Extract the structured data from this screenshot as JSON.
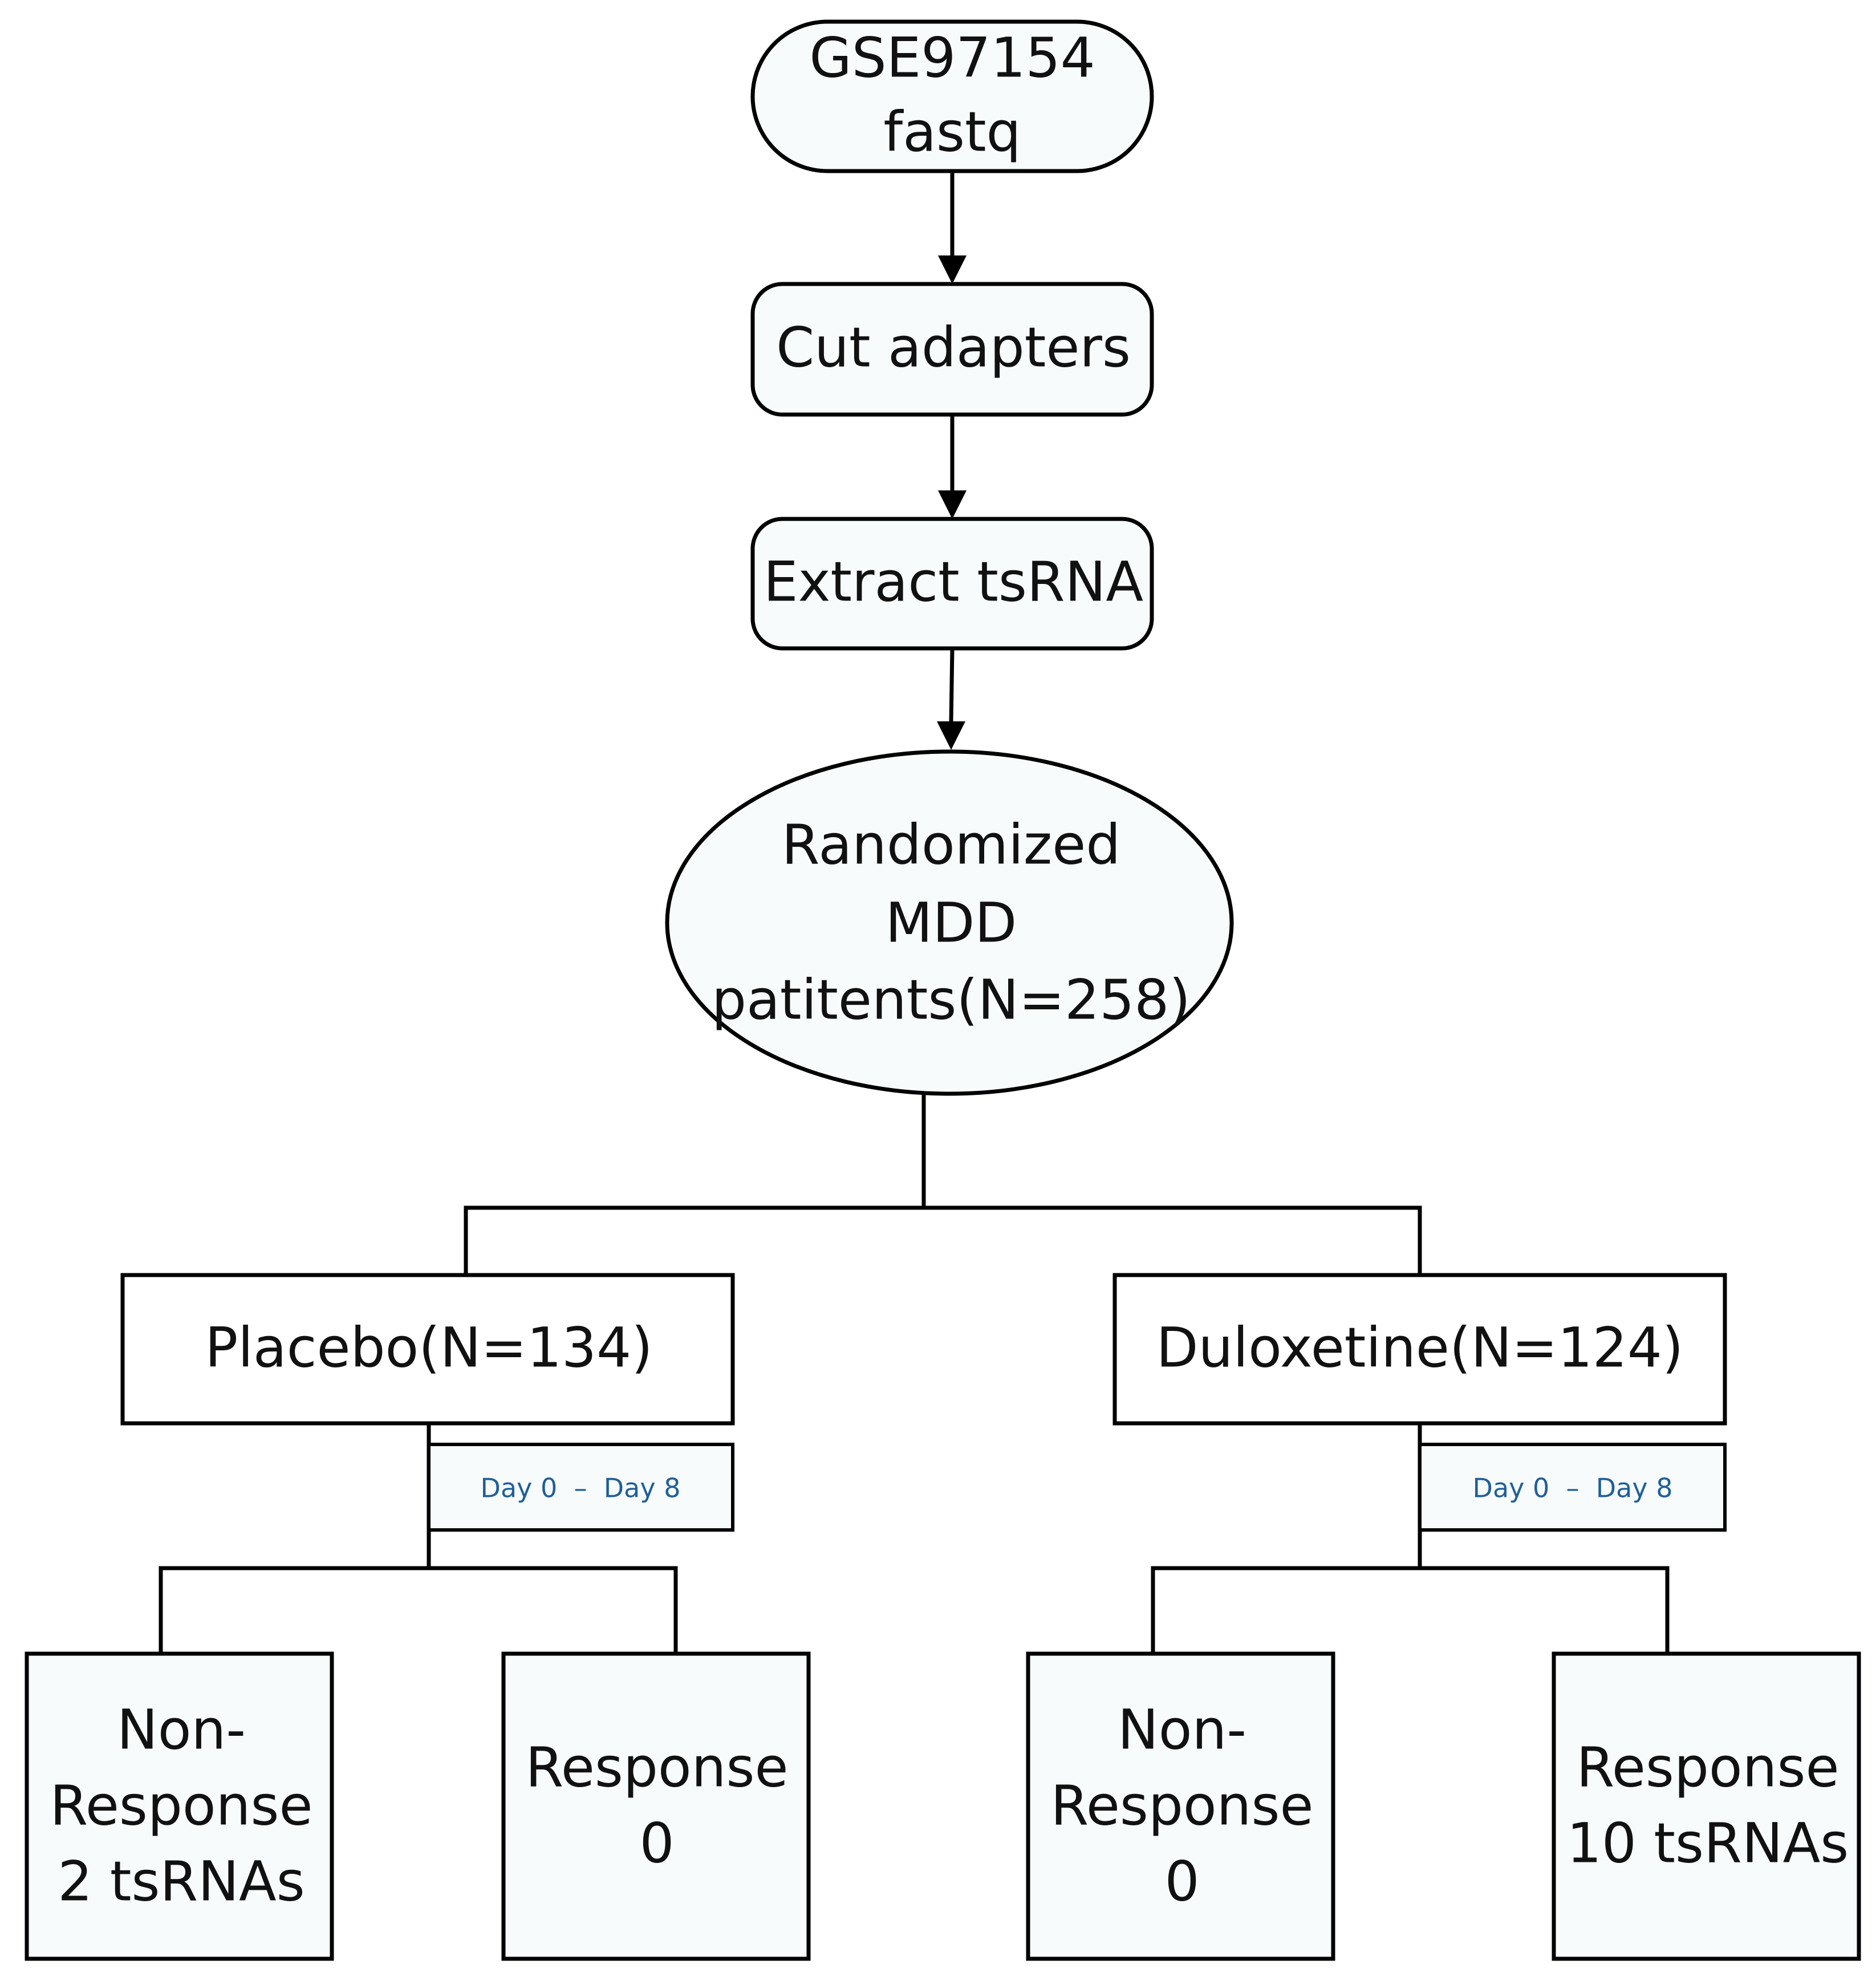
{
  "nodes": {
    "fastq": {
      "lines": [
        "GSE97154",
        "fastq"
      ]
    },
    "cut_adapters": {
      "lines": [
        "Cut adapters"
      ]
    },
    "extract": {
      "lines": [
        "Extract tsRNA"
      ]
    },
    "randomized": {
      "lines": [
        "Randomized",
        "MDD",
        "patitents(N=258)"
      ]
    },
    "placebo": {
      "lines": [
        "Placebo(N=134)"
      ]
    },
    "duloxetine": {
      "lines": [
        "Duloxetine(N=124)"
      ]
    },
    "placebo_days": {
      "label": "Day 0  –  Day 8"
    },
    "duloxetine_days": {
      "label": "Day 0  –  Day 8"
    },
    "placebo_nonresponse": {
      "lines": [
        "Non-",
        "Response",
        "2 tsRNAs"
      ]
    },
    "placebo_response": {
      "lines": [
        "Response",
        "0"
      ]
    },
    "duloxetine_nonresponse": {
      "lines": [
        "Non-",
        "Response",
        "0"
      ]
    },
    "duloxetine_response": {
      "lines": [
        "Response",
        "10 tsRNAs"
      ]
    }
  },
  "colors": {
    "stroke": "#000000",
    "node_fill": "#f8fbfc",
    "day_label": "#1f5f99"
  }
}
